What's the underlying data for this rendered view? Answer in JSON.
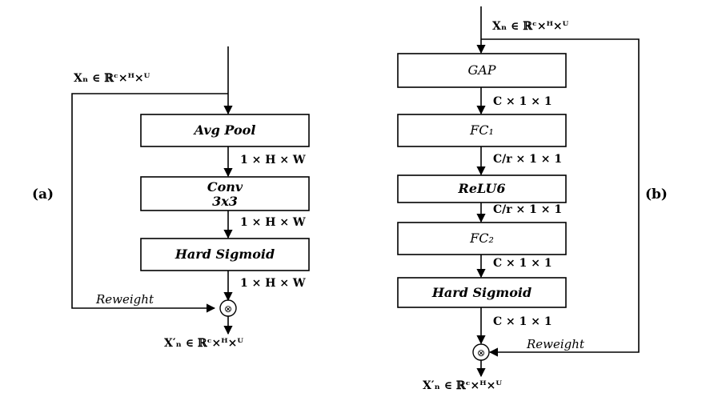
{
  "panel_a": {
    "label": "(a)",
    "input": "Xₙ ∈ ℝᶜ×ᴴ×ᵂ",
    "boxes": [
      "Avg Pool",
      "Conv",
      "3x3",
      "Hard Sigmoid"
    ],
    "dims": [
      "1 × H × W",
      "1 × H × W",
      "1 × H × W"
    ],
    "reweight": "Reweight",
    "output": "X′ₙ ∈ ℝᶜ×ᴴ×ᵂ"
  },
  "panel_b": {
    "label": "(b)",
    "input": "Xₙ ∈ ℝᶜ×ᴴ×ᵂ",
    "boxes": [
      "GAP",
      "FC₁",
      "ReLU6",
      "FC₂",
      "Hard Sigmoid"
    ],
    "dims": [
      "C × 1 × 1",
      "C/r × 1 × 1",
      "C/r × 1 × 1",
      "C × 1 × 1",
      "C × 1 × 1"
    ],
    "reweight": "Reweight",
    "output": "X′ₙ ∈ ℝᶜ×ᴴ×ᵂ"
  },
  "operator_symbol": "⊗"
}
